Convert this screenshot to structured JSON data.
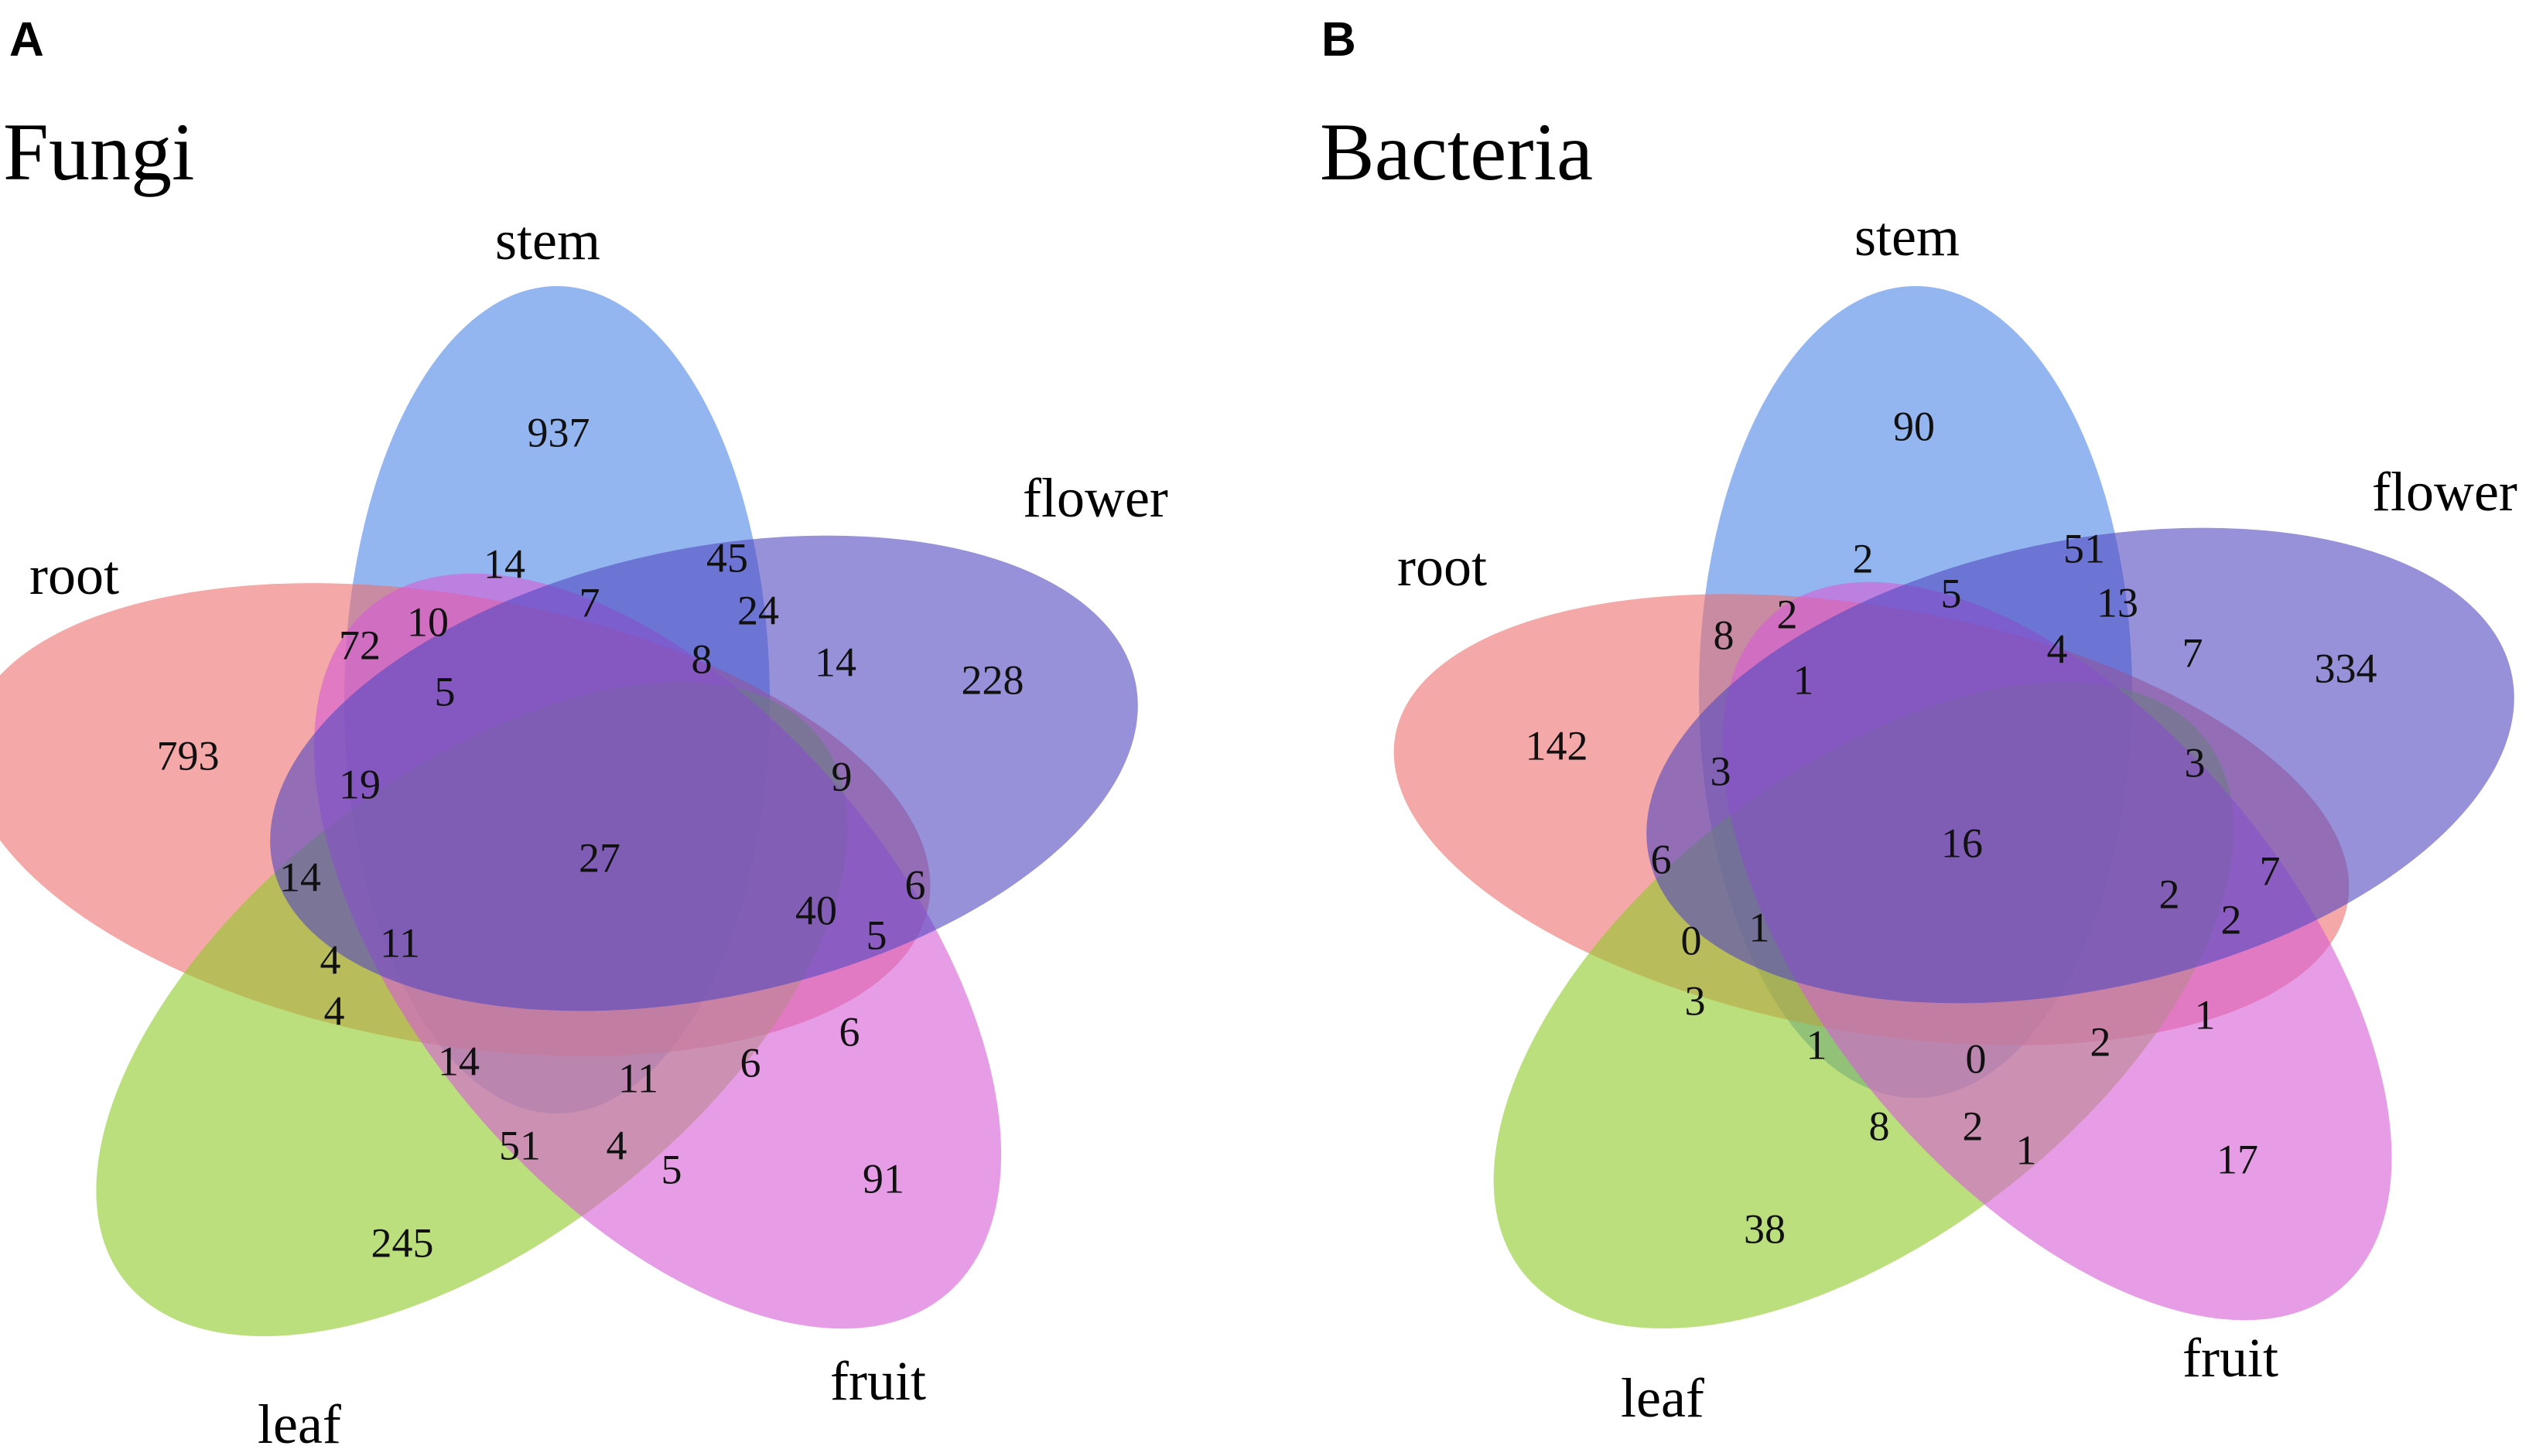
{
  "colors": {
    "root": "#ec6e6e",
    "stem": "#4d86e6",
    "flower": "#5147c2",
    "fruit": "#d65bd6",
    "leaf": "#8fc927"
  },
  "panels": {
    "a": {
      "letter": "A",
      "title": "Fungi",
      "labels": {
        "stem": "stem",
        "flower": "flower",
        "root": "root",
        "leaf": "leaf",
        "fruit": "fruit"
      },
      "counts": [
        "937",
        "228",
        "793",
        "245",
        "91",
        "45",
        "14",
        "7",
        "24",
        "72",
        "10",
        "8",
        "14",
        "5",
        "19",
        "9",
        "27",
        "14",
        "6",
        "40",
        "5",
        "4",
        "11",
        "4",
        "14",
        "11",
        "6",
        "6",
        "51",
        "4",
        "5"
      ]
    },
    "b": {
      "letter": "B",
      "title": "Bacteria",
      "labels": {
        "stem": "stem",
        "flower": "flower",
        "root": "root",
        "leaf": "leaf",
        "fruit": "fruit"
      },
      "counts": [
        "90",
        "334",
        "142",
        "38",
        "17",
        "51",
        "2",
        "5",
        "13",
        "8",
        "2",
        "4",
        "7",
        "1",
        "3",
        "3",
        "16",
        "6",
        "7",
        "2",
        "2",
        "0",
        "1",
        "3",
        "1",
        "0",
        "2",
        "1",
        "8",
        "2",
        "1"
      ]
    }
  }
}
